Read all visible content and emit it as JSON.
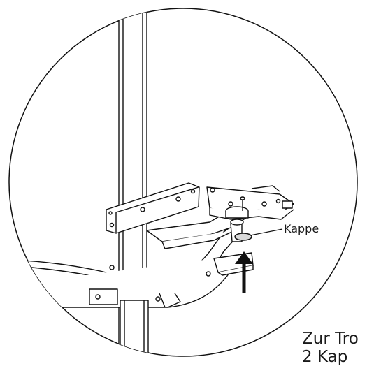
{
  "callout": {
    "label": "Kappe"
  },
  "caption": {
    "line1": "Zur Tro",
    "line2": "2 Kap"
  }
}
